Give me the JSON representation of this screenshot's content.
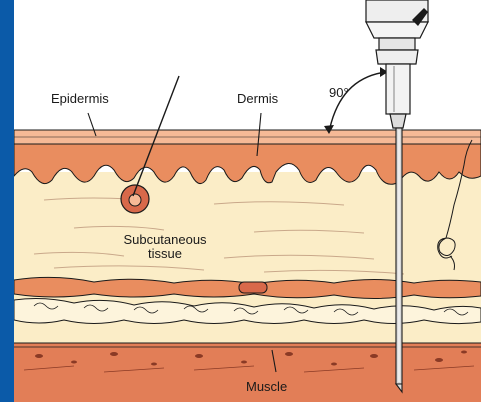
{
  "diagram": {
    "labels": {
      "epidermis": "Epidermis",
      "dermis": "Dermis",
      "angle": "90°",
      "subcutaneous_line1": "Subcutaneous",
      "subcutaneous_line2": "tissue",
      "muscle": "Muscle"
    },
    "colors": {
      "frame": "#0b5aa8",
      "dermis": "#e98d5f",
      "epidermis": "#f6b996",
      "subcutaneous": "#fbedc7",
      "muscle": "#e27e57",
      "outline": "#1a1a1a"
    },
    "icons": [
      "syringe-hub-icon",
      "needle-icon",
      "hair-follicle-icon"
    ]
  }
}
